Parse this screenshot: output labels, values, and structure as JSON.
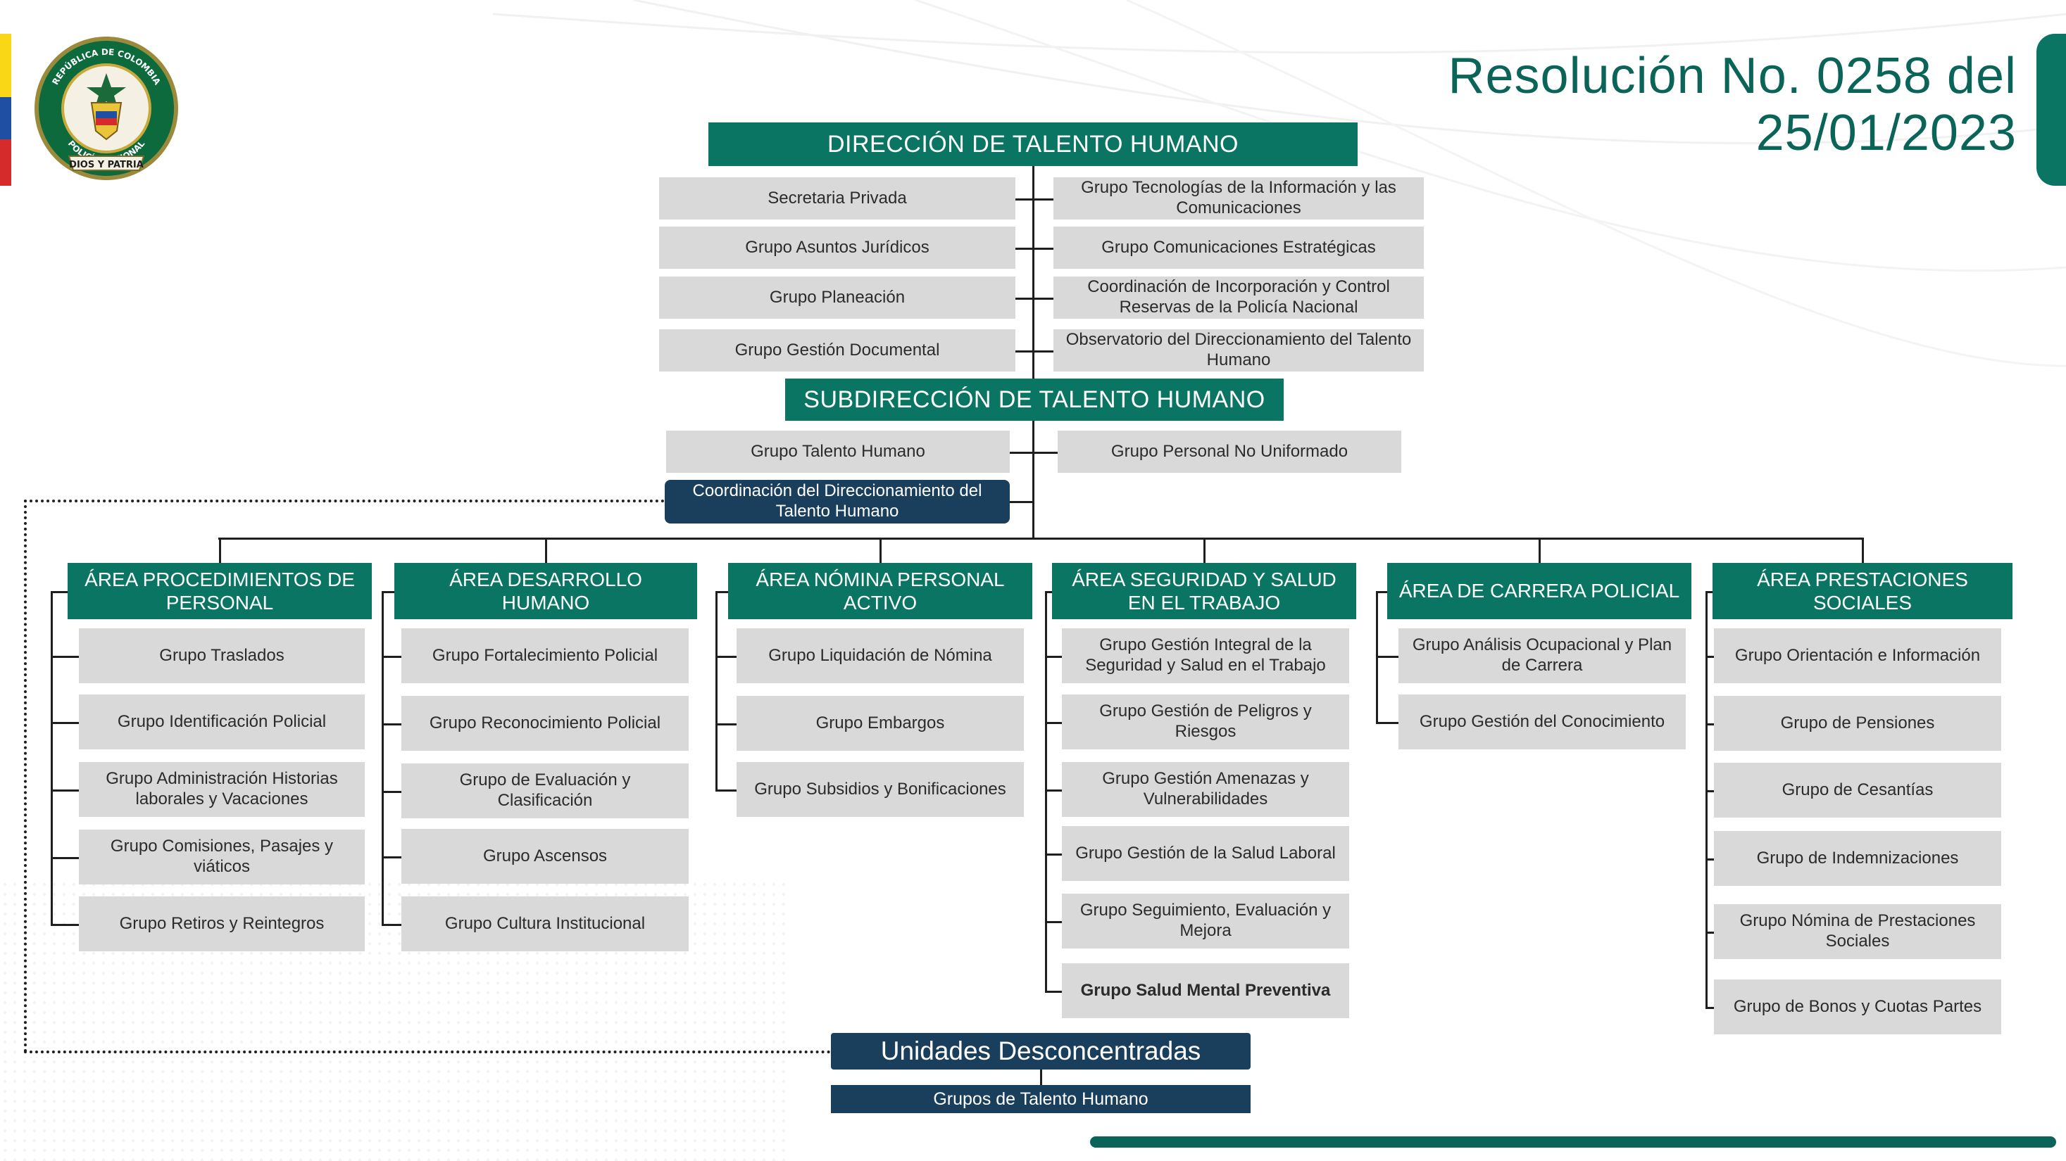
{
  "header": {
    "title": "Resolución No. 0258 del\n25/01/2023",
    "logo_top_text": "REPÚBLICA DE COLOMBIA",
    "logo_bottom_text": "POLICÍA NACIONAL",
    "logo_motto": "DIOS Y PATRIA"
  },
  "colors": {
    "primary_green": "#0a7562",
    "navy": "#1a3f5c",
    "group_gray": "#d9d9d9",
    "flag_yellow": "#f9d616",
    "flag_blue": "#1f4fa3",
    "flag_red": "#d52b2b"
  },
  "direccion": {
    "title": "DIRECCIÓN DE TALENTO HUMANO",
    "left_groups": [
      "Secretaria Privada",
      "Grupo Asuntos Jurídicos",
      "Grupo Planeación",
      "Grupo Gestión Documental"
    ],
    "right_groups": [
      "Grupo Tecnologías de la Información y las Comunicaciones",
      "Grupo Comunicaciones Estratégicas",
      "Coordinación de Incorporación y Control Reservas de la Policía Nacional",
      "Observatorio del Direccionamiento del Talento Humano"
    ]
  },
  "subdireccion": {
    "title": "SUBDIRECCIÓN DE TALENTO HUMANO",
    "groups": [
      "Grupo Talento Humano",
      "Grupo Personal No Uniformado"
    ],
    "coordination": "Coordinación del Direccionamiento del Talento Humano"
  },
  "areas": [
    {
      "title": "ÁREA PROCEDIMIENTOS DE PERSONAL",
      "groups": [
        "Grupo Traslados",
        "Grupo Identificación Policial",
        "Grupo Administración Historias laborales y Vacaciones",
        "Grupo Comisiones, Pasajes y viáticos",
        "Grupo Retiros y Reintegros"
      ]
    },
    {
      "title": "ÁREA DESARROLLO HUMANO",
      "groups": [
        "Grupo Fortalecimiento Policial",
        "Grupo Reconocimiento Policial",
        "Grupo de Evaluación y Clasificación",
        "Grupo Ascensos",
        "Grupo Cultura Institucional"
      ]
    },
    {
      "title": "ÁREA NÓMINA PERSONAL ACTIVO",
      "groups": [
        "Grupo Liquidación de Nómina",
        "Grupo Embargos",
        "Grupo Subsidios y Bonificaciones"
      ]
    },
    {
      "title": "ÁREA SEGURIDAD Y SALUD EN EL TRABAJO",
      "groups": [
        "Grupo Gestión Integral de la Seguridad y Salud en el Trabajo",
        "Grupo Gestión de Peligros y Riesgos",
        "Grupo Gestión Amenazas y Vulnerabilidades",
        "Grupo Gestión de la Salud Laboral",
        "Grupo Seguimiento, Evaluación y Mejora",
        "Grupo Salud Mental Preventiva"
      ]
    },
    {
      "title": "ÁREA DE CARRERA POLICIAL",
      "groups": [
        "Grupo Análisis Ocupacional y Plan de Carrera",
        "Grupo Gestión del Conocimiento"
      ]
    },
    {
      "title": "ÁREA PRESTACIONES SOCIALES",
      "groups": [
        "Grupo Orientación e Información",
        "Grupo  de Pensiones",
        "Grupo de Cesantías",
        "Grupo de Indemnizaciones",
        "Grupo Nómina de Prestaciones Sociales",
        "Grupo de Bonos y Cuotas Partes"
      ]
    }
  ],
  "unidades": {
    "title": "Unidades Desconcentradas",
    "group": "Grupos de Talento Humano"
  }
}
